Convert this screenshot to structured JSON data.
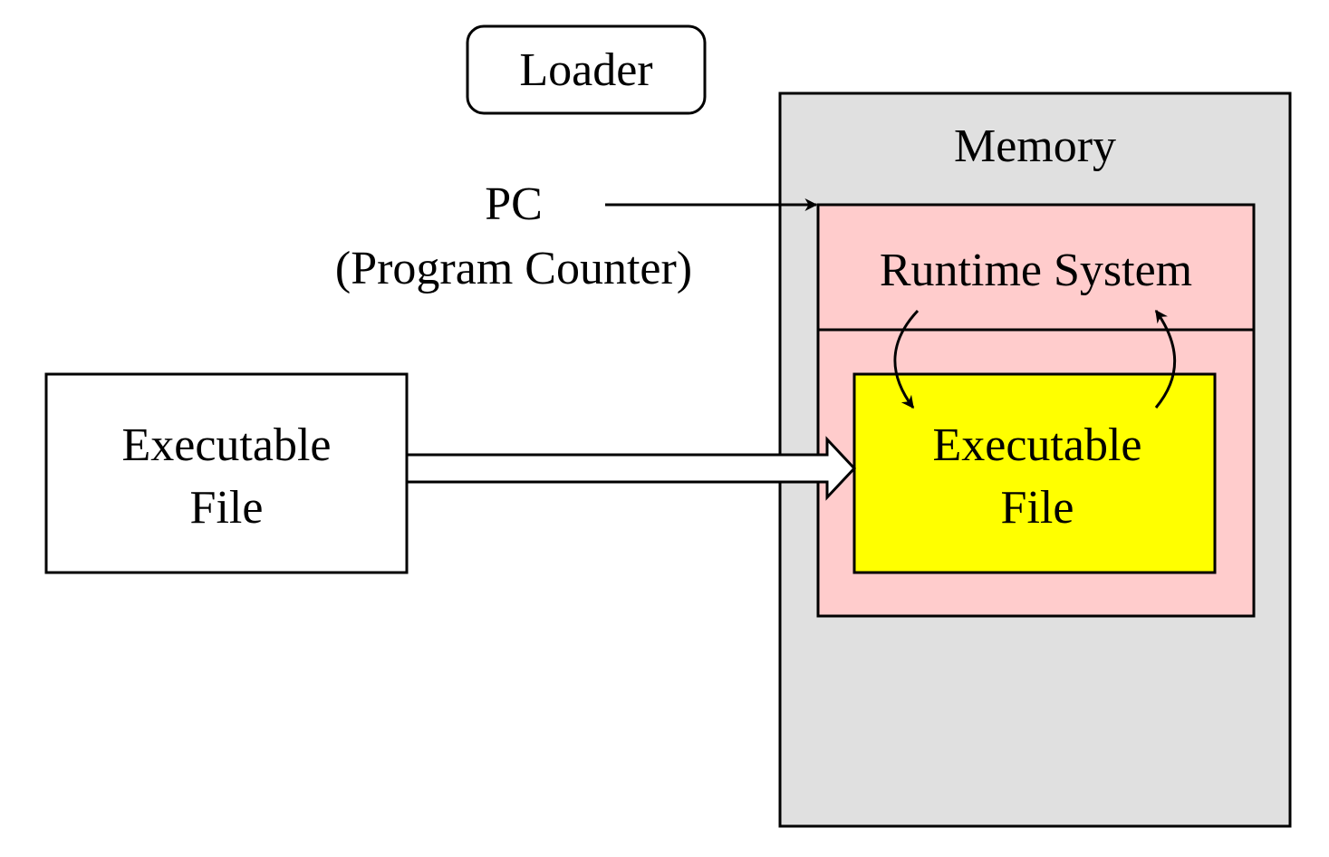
{
  "loader": {
    "label": "Loader"
  },
  "pc": {
    "label": "PC",
    "sublabel": "(Program Counter)"
  },
  "source_file": {
    "line1": "Executable",
    "line2": "File"
  },
  "memory": {
    "label": "Memory",
    "runtime_system": {
      "label": "Runtime System"
    },
    "loaded_file": {
      "line1": "Executable",
      "line2": "File"
    }
  },
  "colors": {
    "memory_fill": "#e0e0e0",
    "runtime_fill": "#ffcccc",
    "loaded_file_fill": "#ffff00",
    "stroke": "#000000"
  }
}
